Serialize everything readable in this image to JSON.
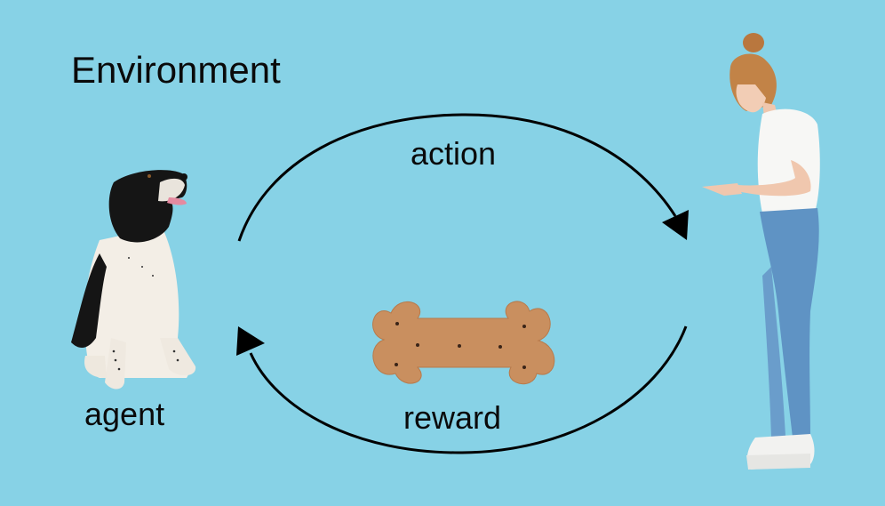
{
  "diagram": {
    "title": "Environment",
    "labels": {
      "action": "action",
      "reward": "reward",
      "agent": "agent"
    },
    "nodes": [
      {
        "id": "agent",
        "depicts": "dog-photo",
        "label": "agent"
      },
      {
        "id": "environment",
        "depicts": "woman-photo"
      },
      {
        "id": "reward-object",
        "depicts": "dog-biscuit-bone-photo"
      }
    ],
    "edges": [
      {
        "from": "agent",
        "to": "environment",
        "label": "action",
        "direction": "clockwise-top"
      },
      {
        "from": "environment",
        "to": "agent",
        "label": "reward",
        "direction": "clockwise-bottom"
      }
    ],
    "colors": {
      "background": "#87d2e6",
      "arrow": "#000000",
      "text": "#0a0a0a",
      "biscuit": "#c98f5f",
      "jeans": "#5f93c4",
      "shirt": "#f7f7f5",
      "hair": "#b9773e"
    }
  }
}
